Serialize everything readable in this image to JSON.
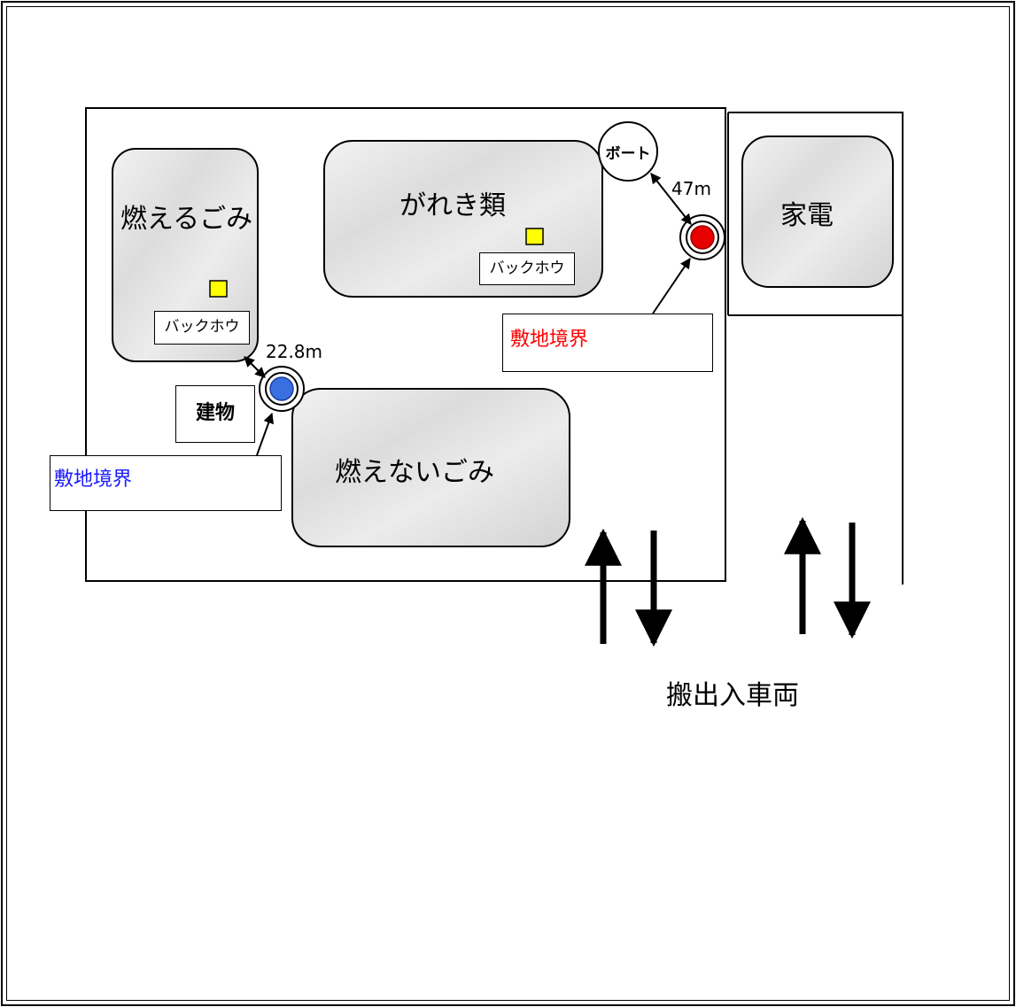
{
  "areas": {
    "burnable": "燃えるごみ",
    "rubble": "がれき類",
    "non_burnable": "燃えないごみ",
    "appliances": "家電"
  },
  "backhoe_label": "バックホウ",
  "boat_label": "ボート",
  "building_label": "建物",
  "boundary_label": "敷地境界",
  "distance_blue": "22.8m",
  "distance_red": "47m",
  "vehicles_label": "搬出入車両",
  "colors": {
    "boundary_blue": "#1a1aff",
    "boundary_red": "#ff0000",
    "point_blue": "#3a6fe0",
    "point_red": "#e60000",
    "backhoe_marker": "#ffff00"
  }
}
